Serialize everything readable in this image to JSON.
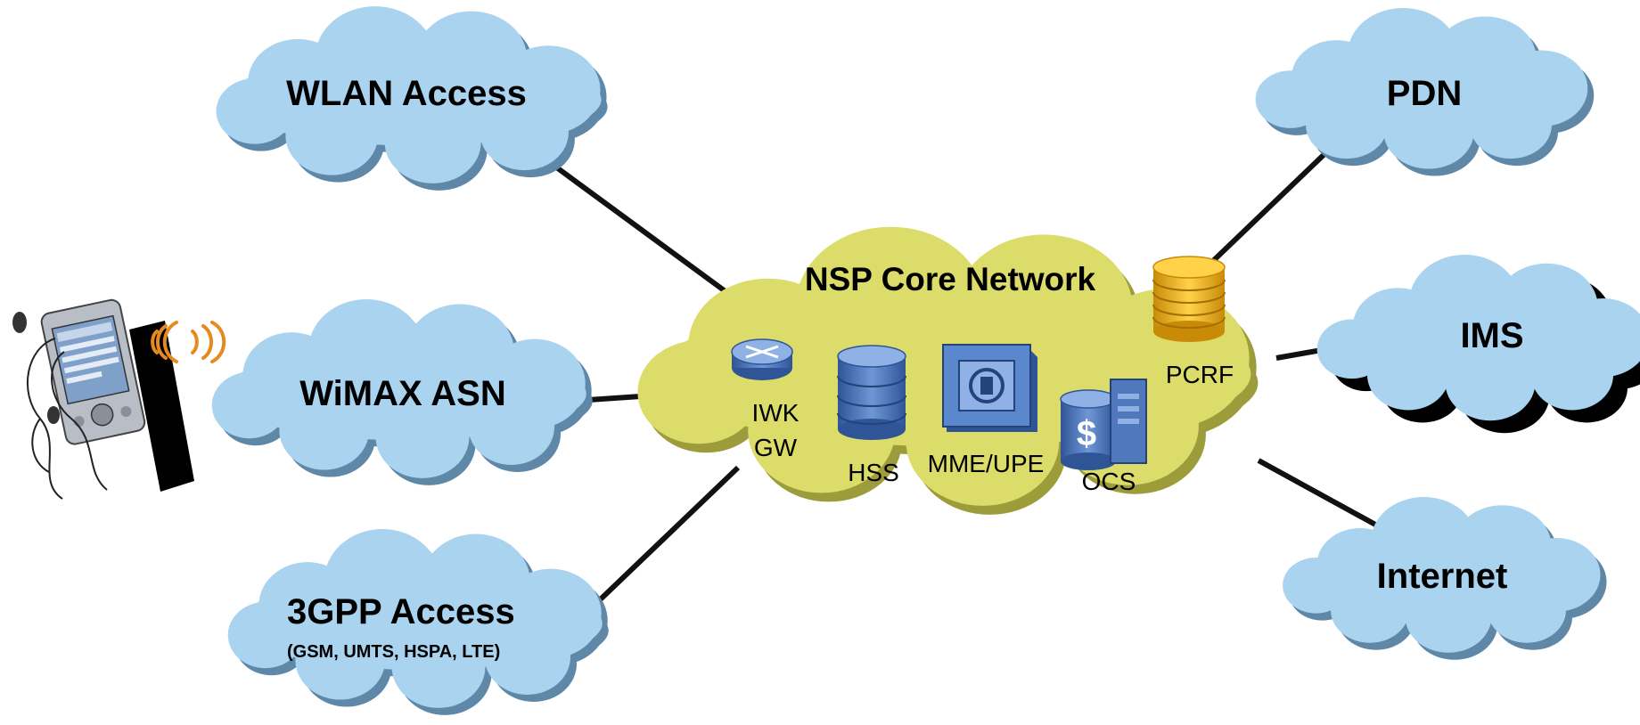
{
  "clouds": {
    "wlan": "WLAN Access",
    "wimax": "WiMAX ASN",
    "gpp": "3GPP Access",
    "gpp_sub": "(GSM, UMTS, HSPA, LTE)",
    "pdn": "PDN",
    "ims": "IMS",
    "internet": "Internet"
  },
  "core": {
    "title": "NSP Core Network",
    "components": {
      "iwk_line1": "IWK",
      "iwk_line2": "GW",
      "hss": "HSS",
      "mme": "MME/UPE",
      "ocs": "OCS",
      "pcrf": "PCRF",
      "ocs_symbol": "$"
    }
  },
  "colors": {
    "access_cloud": "#a9d3ee",
    "access_cloud_shadow": "#5f87a8",
    "core_cloud": "#dcdc6a",
    "core_cloud_shadow": "#9c9c3a",
    "link": "#111111",
    "pcrf": "#f2b21c",
    "storage": "#4f78bd",
    "signal": "#e58a1f"
  },
  "icons": [
    "pda-device-icon",
    "wireless-signal-icon",
    "router-icon",
    "database-icon",
    "mme-server-icon",
    "ocs-server-icon",
    "pcrf-database-icon"
  ]
}
